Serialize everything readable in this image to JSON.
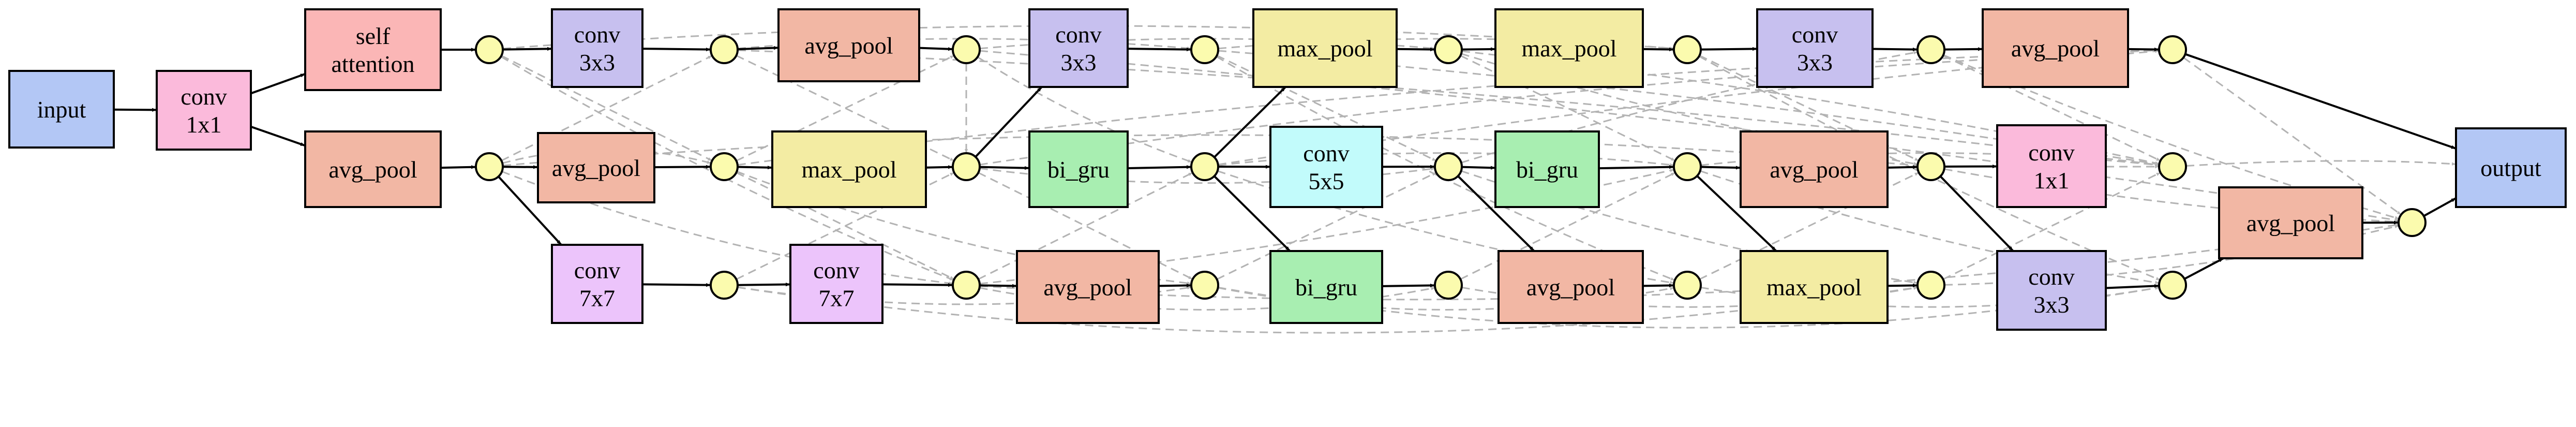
{
  "colors": {
    "io": "#b3c7f5",
    "conv1x1": "#fbbadb",
    "self_attention": "#fbb6b6",
    "conv3x3": "#c7c0ef",
    "conv7x7": "#ecc4fb",
    "conv5x5": "#c2fbfb",
    "avg_pool": "#f2b7a4",
    "max_pool": "#f3eca3",
    "bi_gru": "#a8eeb1",
    "junction": "#fbfbae",
    "edge_solid": "#000000",
    "edge_dashed": "#b3b3b3"
  },
  "nodes": [
    {
      "id": "input",
      "lines": [
        "input"
      ],
      "kind": "io"
    },
    {
      "id": "conv1x1_a",
      "lines": [
        "conv",
        "1x1"
      ],
      "kind": "conv1x1"
    },
    {
      "id": "self_attention",
      "lines": [
        "self",
        "attention"
      ],
      "kind": "self_attention"
    },
    {
      "id": "avg_pool_a",
      "lines": [
        "avg_pool"
      ],
      "kind": "avg_pool"
    },
    {
      "id": "conv3x3_a",
      "lines": [
        "conv",
        "3x3"
      ],
      "kind": "conv3x3"
    },
    {
      "id": "avg_pool_b",
      "lines": [
        "avg_pool"
      ],
      "kind": "avg_pool"
    },
    {
      "id": "conv7x7_a",
      "lines": [
        "conv",
        "7x7"
      ],
      "kind": "conv7x7"
    },
    {
      "id": "avg_pool_c",
      "lines": [
        "avg_pool"
      ],
      "kind": "avg_pool"
    },
    {
      "id": "max_pool_a",
      "lines": [
        "max_pool"
      ],
      "kind": "max_pool"
    },
    {
      "id": "conv7x7_b",
      "lines": [
        "conv",
        "7x7"
      ],
      "kind": "conv7x7"
    },
    {
      "id": "conv3x3_b",
      "lines": [
        "conv",
        "3x3"
      ],
      "kind": "conv3x3"
    },
    {
      "id": "bi_gru_a",
      "lines": [
        "bi_gru"
      ],
      "kind": "bi_gru"
    },
    {
      "id": "avg_pool_d",
      "lines": [
        "avg_pool"
      ],
      "kind": "avg_pool"
    },
    {
      "id": "max_pool_b",
      "lines": [
        "max_pool"
      ],
      "kind": "max_pool"
    },
    {
      "id": "conv5x5",
      "lines": [
        "conv",
        "5x5"
      ],
      "kind": "conv5x5"
    },
    {
      "id": "bi_gru_b",
      "lines": [
        "bi_gru"
      ],
      "kind": "bi_gru"
    },
    {
      "id": "max_pool_c",
      "lines": [
        "max_pool"
      ],
      "kind": "max_pool"
    },
    {
      "id": "bi_gru_c",
      "lines": [
        "bi_gru"
      ],
      "kind": "bi_gru"
    },
    {
      "id": "avg_pool_e",
      "lines": [
        "avg_pool"
      ],
      "kind": "avg_pool"
    },
    {
      "id": "conv3x3_c",
      "lines": [
        "conv",
        "3x3"
      ],
      "kind": "conv3x3"
    },
    {
      "id": "avg_pool_f",
      "lines": [
        "avg_pool"
      ],
      "kind": "avg_pool"
    },
    {
      "id": "max_pool_d",
      "lines": [
        "max_pool"
      ],
      "kind": "max_pool"
    },
    {
      "id": "avg_pool_g",
      "lines": [
        "avg_pool"
      ],
      "kind": "avg_pool"
    },
    {
      "id": "conv1x1_b",
      "lines": [
        "conv",
        "1x1"
      ],
      "kind": "conv1x1"
    },
    {
      "id": "conv3x3_d",
      "lines": [
        "conv",
        "3x3"
      ],
      "kind": "conv3x3"
    },
    {
      "id": "avg_pool_h",
      "lines": [
        "avg_pool"
      ],
      "kind": "avg_pool"
    },
    {
      "id": "output",
      "lines": [
        "output"
      ],
      "kind": "io"
    }
  ]
}
